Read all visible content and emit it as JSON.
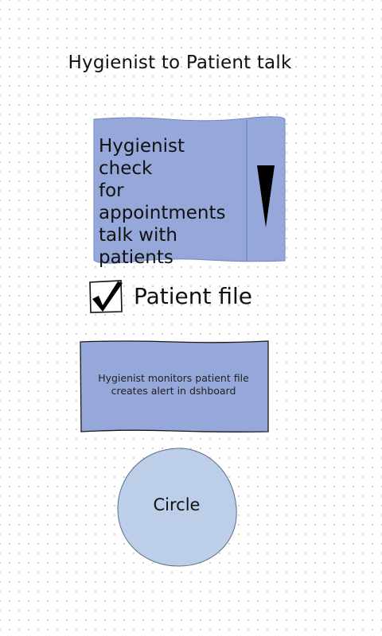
{
  "title": "Hygienist to Patient talk",
  "dropdown": {
    "lines": [
      "Hygienist check",
      "for",
      "appointments",
      "talk with",
      "patients"
    ],
    "icon": "triangle-down-icon"
  },
  "checkbox": {
    "label": "Patient file",
    "checked": true,
    "icon": "checkmark-icon"
  },
  "note": {
    "lines": [
      "Hygienist monitors patient file",
      "creates alert in dshboard"
    ]
  },
  "circle": {
    "label": "Circle"
  },
  "colors": {
    "shape_fill": "#95a8d9",
    "shape_stroke": "#6f86bf",
    "circle_fill": "#bccee8",
    "circle_stroke": "#5a6f88",
    "note_stroke": "#1a1a1a",
    "grid_dot": "#cfcfcf"
  }
}
